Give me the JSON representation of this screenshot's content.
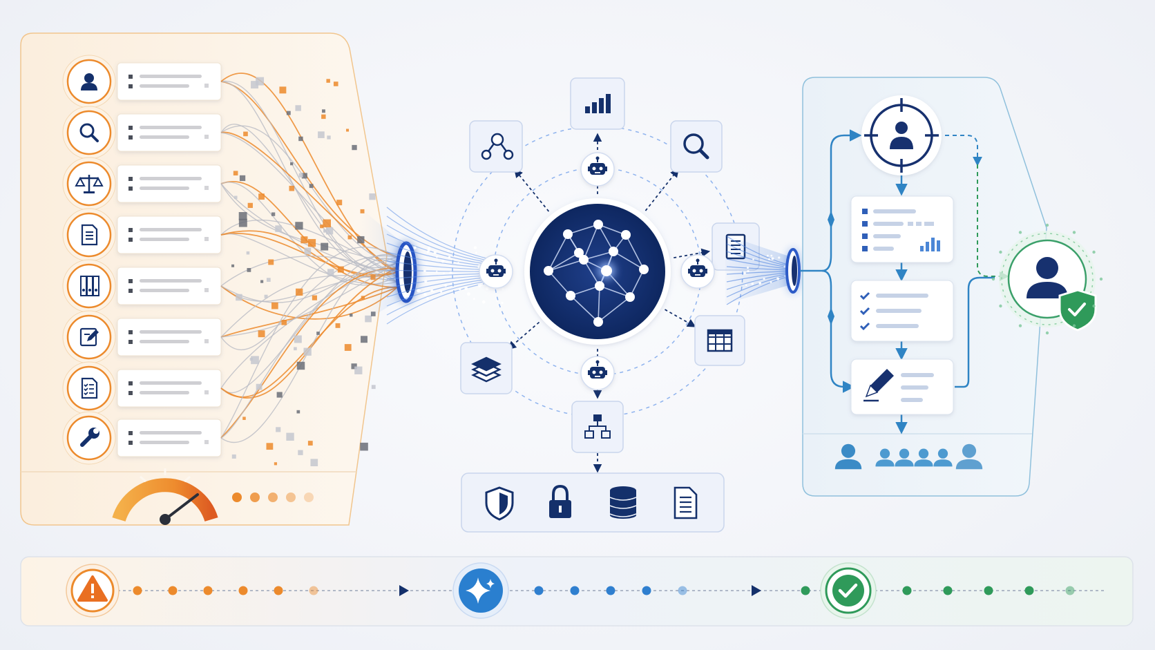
{
  "colors": {
    "orange": "#ec8a2c",
    "orange_light": "#f6c98f",
    "navy": "#14306b",
    "blue": "#2f6fd6",
    "blue_light": "#8fb3ee",
    "teal": "#3a8bc0",
    "green": "#2f9a5a",
    "gray_line": "#b9bcc4",
    "panel_border": "#dfe4ee"
  },
  "left_panel": {
    "rows": [
      {
        "icon": "user-icon"
      },
      {
        "icon": "search-icon"
      },
      {
        "icon": "scale-icon"
      },
      {
        "icon": "document-icon"
      },
      {
        "icon": "binders-icon"
      },
      {
        "icon": "edit-icon"
      },
      {
        "icon": "checklist-icon"
      },
      {
        "icon": "wrench-icon"
      }
    ],
    "gauge": {
      "icon": "gauge-icon",
      "dot_count": 5
    }
  },
  "hub": {
    "core_icon": "neural-network-icon",
    "satellites": [
      "bar-chart-icon",
      "magnify-icon",
      "document-icon",
      "table-icon",
      "hierarchy-icon",
      "layers-icon",
      "network-graph-icon"
    ],
    "agents_icon": "robot-icon",
    "base_icons": [
      "shield-icon",
      "lock-icon",
      "database-icon",
      "file-icon"
    ]
  },
  "right_panel": {
    "target_icon": "target-user-icon",
    "cards": [
      "list-card",
      "checklist-card",
      "edit-card"
    ],
    "team_icon": "team-icon",
    "output_icon": "verified-user-icon"
  },
  "timeline": {
    "stages": [
      "warning-icon",
      "sparkle-icon",
      "check-icon"
    ],
    "dot_counts": [
      6,
      5,
      6
    ]
  }
}
